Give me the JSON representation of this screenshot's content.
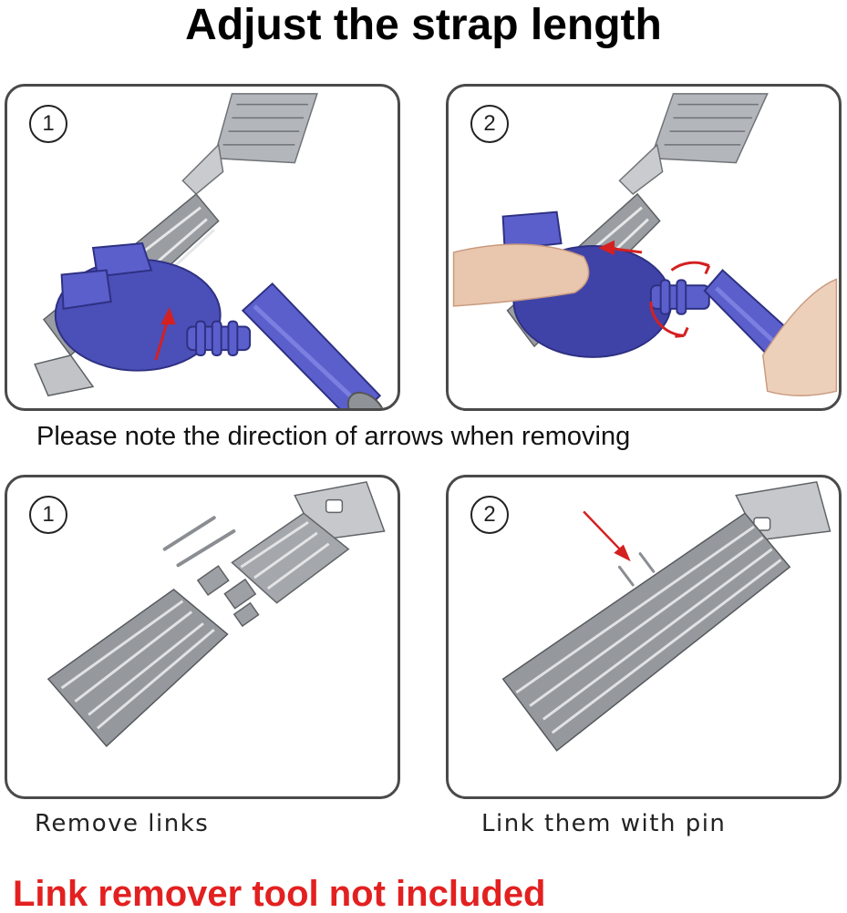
{
  "title": "Adjust the strap length",
  "top_panels": [
    {
      "step": "1"
    },
    {
      "step": "2"
    }
  ],
  "note": "Please note the direction of arrows when removing",
  "bottom_panels": [
    {
      "step": "1",
      "caption": "Remove links"
    },
    {
      "step": "2",
      "caption": "Link them with pin"
    }
  ],
  "warning": "Link remover tool not included",
  "colors": {
    "tool_blue": "#4b4fb8",
    "steel": "#a4a7ab",
    "arrow_red": "#d42020",
    "warning_red": "#e32020",
    "panel_border": "#4a4a4a"
  },
  "icons": [
    "link-remover-tool-image",
    "watch-band-image",
    "finger-image",
    "rotation-arrow-icon",
    "pointer-arrow-icon"
  ]
}
